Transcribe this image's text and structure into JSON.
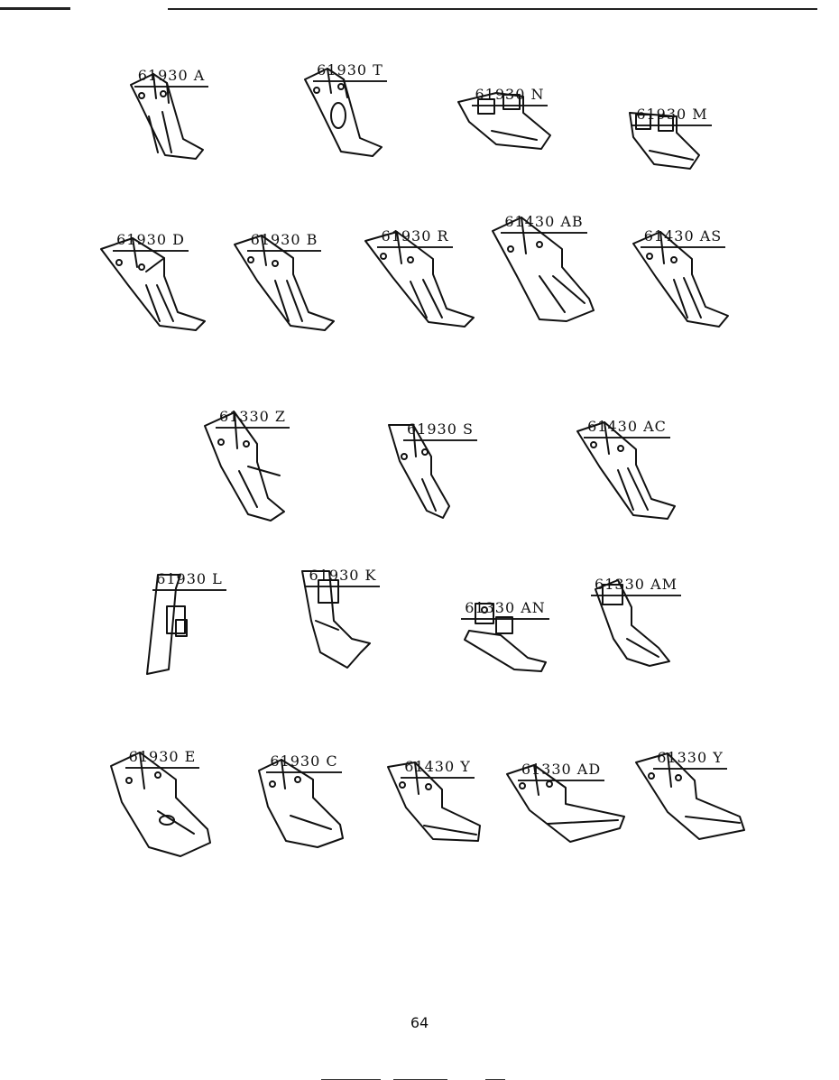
{
  "parts": [
    {
      "id": "61930A",
      "label": "61930 A"
    },
    {
      "id": "61930T",
      "label": "61930 T"
    },
    {
      "id": "61930N",
      "label": "61930 N"
    },
    {
      "id": "61930M",
      "label": "61930 M"
    },
    {
      "id": "61930D",
      "label": "61930 D"
    },
    {
      "id": "61930B",
      "label": "61930 B"
    },
    {
      "id": "61930R",
      "label": "61930 R"
    },
    {
      "id": "61430AB",
      "label": "61430 AB"
    },
    {
      "id": "61430AS",
      "label": "61430 AS"
    },
    {
      "id": "61330Z",
      "label": "61330 Z"
    },
    {
      "id": "61930S",
      "label": "61930 S"
    },
    {
      "id": "61430AC",
      "label": "61430 AC"
    },
    {
      "id": "61930L",
      "label": "61930 L"
    },
    {
      "id": "61930K",
      "label": "61930 K"
    },
    {
      "id": "61330AN",
      "label": "61330 AN"
    },
    {
      "id": "61330AM",
      "label": "61330 AM"
    },
    {
      "id": "61930E",
      "label": "61930 E"
    },
    {
      "id": "61930C",
      "label": "61930 C"
    },
    {
      "id": "61430Y",
      "label": "61430 Y"
    },
    {
      "id": "61330AD",
      "label": "61330 AD"
    },
    {
      "id": "61330Y",
      "label": "61330 Y"
    }
  ],
  "page_number": "64"
}
